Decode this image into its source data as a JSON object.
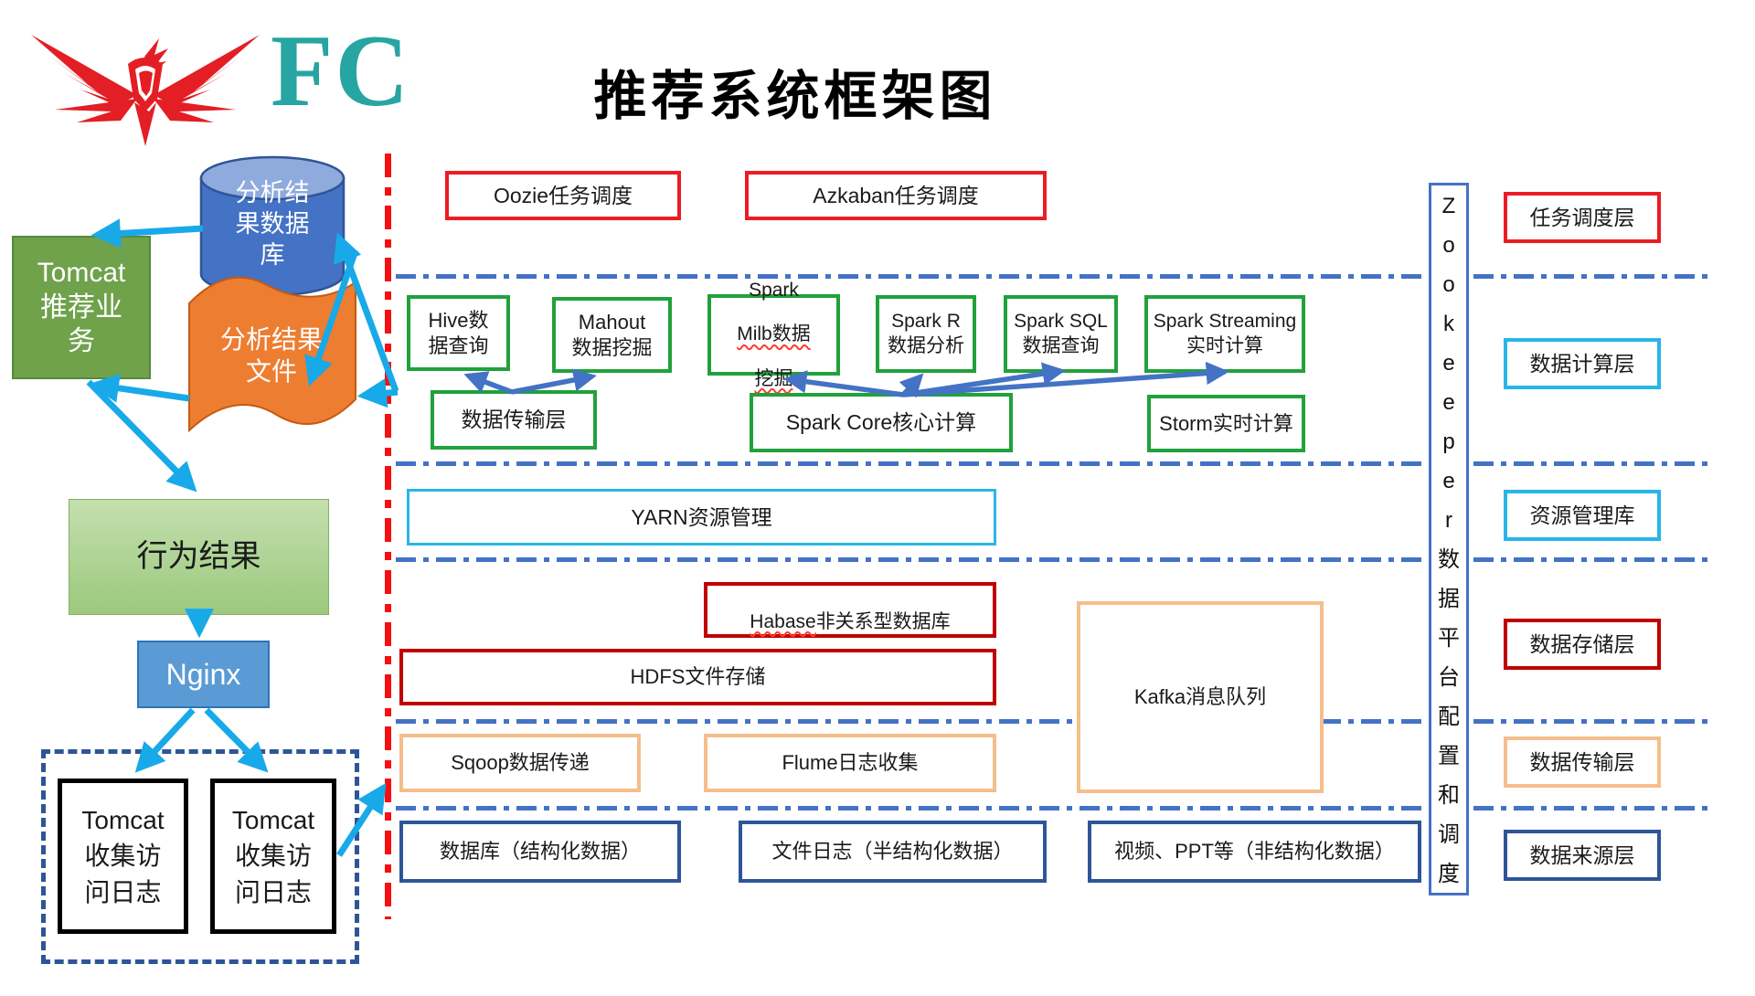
{
  "colors": {
    "scheduling_red": "#EC1C24",
    "storage_dark_red": "#C00000",
    "computing_green": "#21A13B",
    "resource_cyan": "#29B5E8",
    "transfer_peach": "#F5BE8C",
    "source_dark_blue": "#2E5597",
    "separator_blue": "#4472C4",
    "divider_red": "#F50F10",
    "flow_arrow_cyan": "#18A9E8",
    "compute_arrow_blue": "#4472C4",
    "flag_orange": "#ED7D31",
    "cylinder_blue": "#4472C4",
    "tomcat_green": "#6FA24B",
    "nginx_blue": "#5B9BD5",
    "logo_teal": "#27A5A2",
    "logo_red": "#E31E24"
  },
  "header": {
    "logo_text": "FC",
    "title": "推荐系统框架图"
  },
  "left": {
    "analysis_db": "分析结\n果数据\n库",
    "tomcat_service": "Tomcat\n推荐业\n务",
    "analysis_file": "分析结果\n文件",
    "behavior_result": "行为结果",
    "nginx": "Nginx",
    "log_box1": "Tomcat\n收集访\n问日志",
    "log_box2": "Tomcat\n收集访\n问日志"
  },
  "layers": {
    "scheduling": {
      "oozie": "Oozie任务调度",
      "azkaban": "Azkaban任务调度",
      "label": "任务调度层"
    },
    "computing": {
      "hive": "Hive数\n据查询",
      "mahout": "Mahout\n数据挖掘",
      "spark_mlib_line1": "Spark",
      "spark_mlib_line2": "Milb数据",
      "spark_mlib_line3": "挖掘",
      "spark_r": "Spark R\n数据分析",
      "spark_sql": "Spark SQL\n数据查询",
      "spark_streaming": "Spark Streaming\n实时计算",
      "data_transfer": "数据传输层",
      "spark_core": "Spark Core核心计算",
      "storm": "Storm实时计算",
      "label": "数据计算层"
    },
    "resource": {
      "yarn": "YARN资源管理",
      "label": "资源管理库"
    },
    "storage": {
      "hbase_word": "Habase",
      "hbase_rest": "非关系型数据库",
      "hdfs": "HDFS文件存储",
      "kafka": "Kafka消息队列",
      "label": "数据存储层"
    },
    "transfer": {
      "sqoop": "Sqoop数据传递",
      "flume": "Flume日志收集",
      "label": "数据传输层"
    },
    "source": {
      "database": "数据库（结构化数据）",
      "file_log": "文件日志（半结构化数据）",
      "video": "视频、PPT等（非结构化数据）",
      "label": "数据来源层"
    }
  },
  "zookeeper": {
    "label": "Zookeeper数据平台配置和调度",
    "vertical": "Z\no\no\nk\ne\ne\np\ne\nr\n数\n据\n平\n台\n配\n置\n和\n调\n度"
  }
}
